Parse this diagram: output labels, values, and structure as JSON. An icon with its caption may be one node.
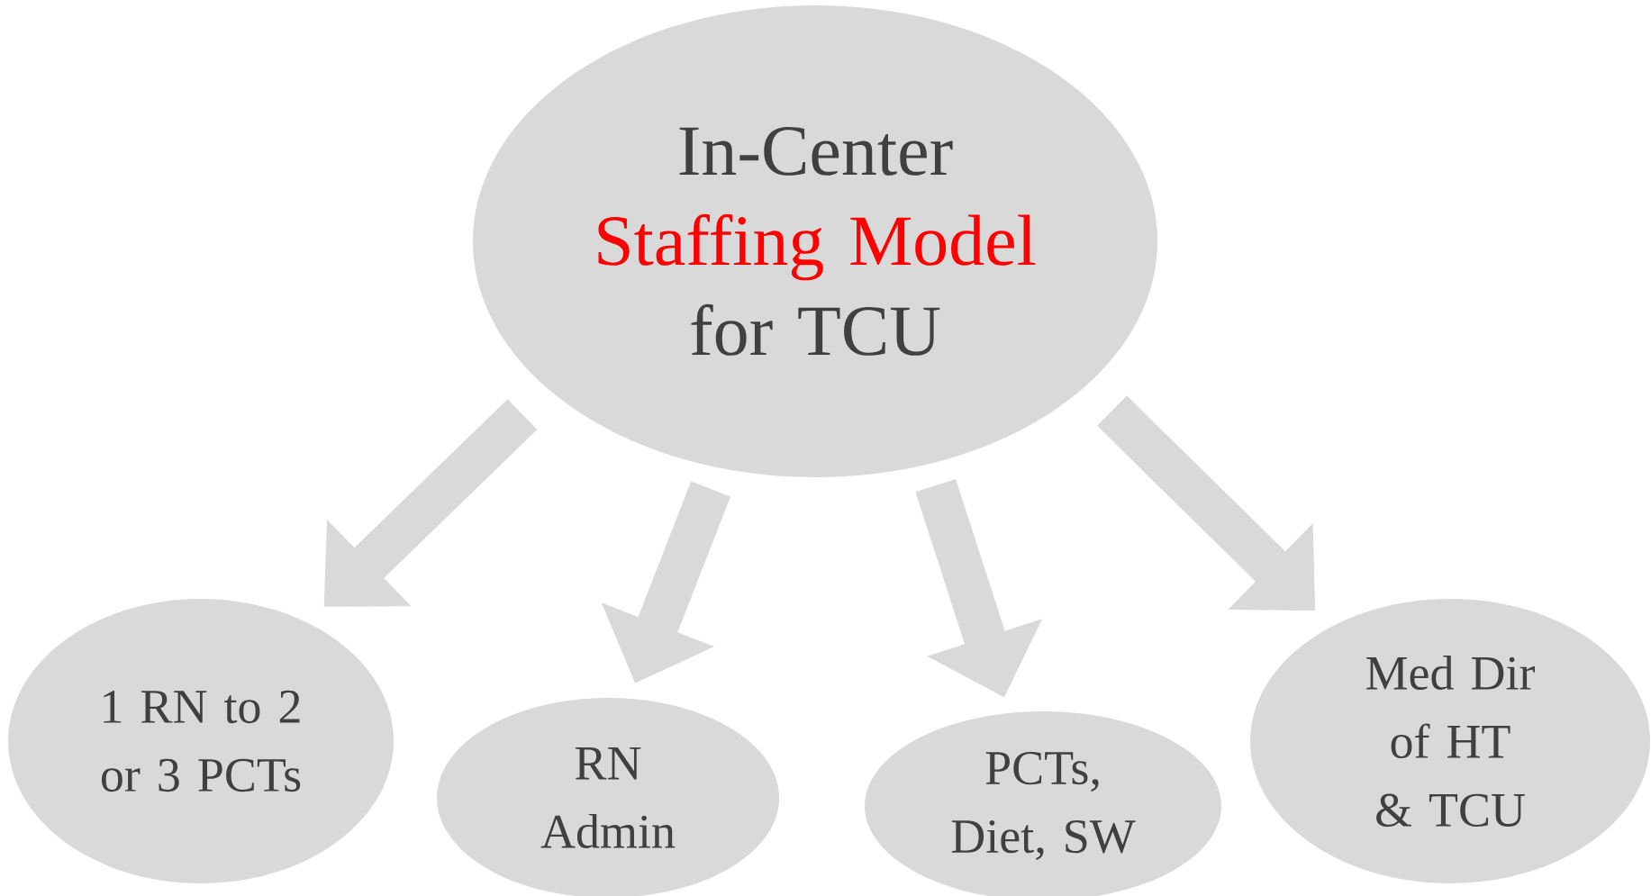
{
  "diagram": {
    "nodes": [
      {
        "text": [
          "In-Center",
          "Staffing Model",
          "for TCU"
        ]
      },
      {
        "text": [
          "1 RN to 2 or 3 PCTs"
        ]
      },
      {
        "text": [
          "RN Admin"
        ]
      },
      {
        "text": [
          "PCTs, Diet, SW"
        ]
      },
      {
        "text": [
          "Med Dir of HT & TCU"
        ]
      }
    ],
    "edges": [
      {
        "from": 0,
        "to": 1,
        "arrow": "to"
      },
      {
        "from": 0,
        "to": 2,
        "arrow": "to"
      },
      {
        "from": 0,
        "to": 3,
        "arrow": "to"
      },
      {
        "from": 0,
        "to": 4,
        "arrow": "to"
      }
    ]
  }
}
